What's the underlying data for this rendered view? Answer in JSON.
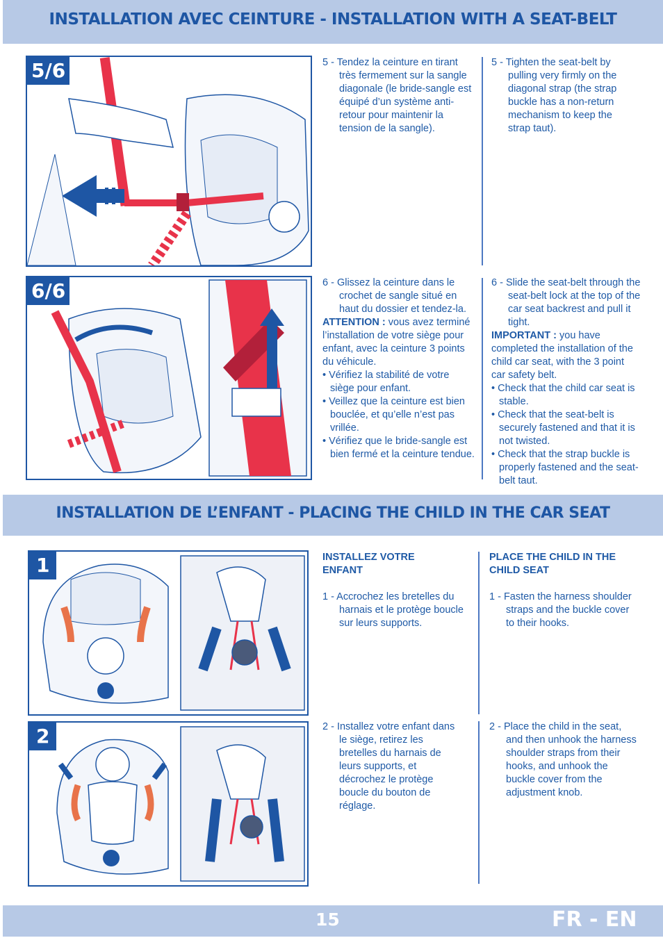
{
  "section1": {
    "title": "INSTALLATION AVEC CEINTURE - INSTALLATION WITH A SEAT-BELT"
  },
  "step5": {
    "badge": "5/6",
    "fr": "5 - Tendez la ceinture en tirant très fermement sur la sangle diagonale (le bride-sangle est équipé d’un système anti-retour pour maintenir la tension de la sangle).",
    "en": "5 - Tighten the seat-belt by pulling very firmly on the diagonal strap (the strap buckle has a non-return mechanism to keep the strap taut)."
  },
  "step6": {
    "badge": "6/6",
    "fr_step": "6 - Glissez la ceinture dans le crochet de sangle situé en haut du dossier et tendez-la.",
    "fr_attention_label": "ATTENTION :",
    "fr_attention": "vous avez terminé l’installation de votre siège pour enfant, avec la ceinture 3 points du véhicule.",
    "fr_bullets": [
      "• Vérifiez la stabilité de votre siège pour enfant.",
      "• Veillez que la ceinture est bien bouclée, et qu’elle n’est pas vrillée.",
      "• Vérifiez que le bride-sangle est bien fermé et la ceinture tendue."
    ],
    "en_step": "6 - Slide the seat-belt through the seat-belt lock at the top of the car seat backrest and pull it tight.",
    "en_important_label": "IMPORTANT :",
    "en_important": "you have completed the installation of the child car seat, with the 3 point car safety belt.",
    "en_bullets": [
      "• Check that the child car seat is stable.",
      "• Check that the seat-belt is securely fastened and that it is not twisted.",
      "• Check that the strap buckle is properly fastened and the seat-belt taut."
    ]
  },
  "section2": {
    "title": "INSTALLATION DE L’ENFANT - PLACING THE CHILD IN THE CAR SEAT"
  },
  "child1": {
    "badge": "1",
    "fr_heading": "INSTALLEZ VOTRE ENFANT",
    "fr": "1 - Accrochez les bretelles du harnais et le protège boucle sur leurs supports.",
    "en_heading": "PLACE THE CHILD IN THE CHILD SEAT",
    "en": "1 - Fasten the harness shoulder straps and the buckle cover to their hooks."
  },
  "child2": {
    "badge": "2",
    "fr": "2 - Installez votre enfant dans le siège, retirez les bretelles du harnais de leurs supports, et décrochez le protège boucle du bouton de réglage.",
    "en": "2 - Place the child in the seat, and then unhook the harness shoulder straps from their hooks, and unhook the buckle cover from the adjustment knob."
  },
  "footer": {
    "page": "15",
    "lang": "FR - EN"
  },
  "colors": {
    "band": "#b7c9e6",
    "accent": "#1e56a4",
    "strap": "#e8334a"
  }
}
